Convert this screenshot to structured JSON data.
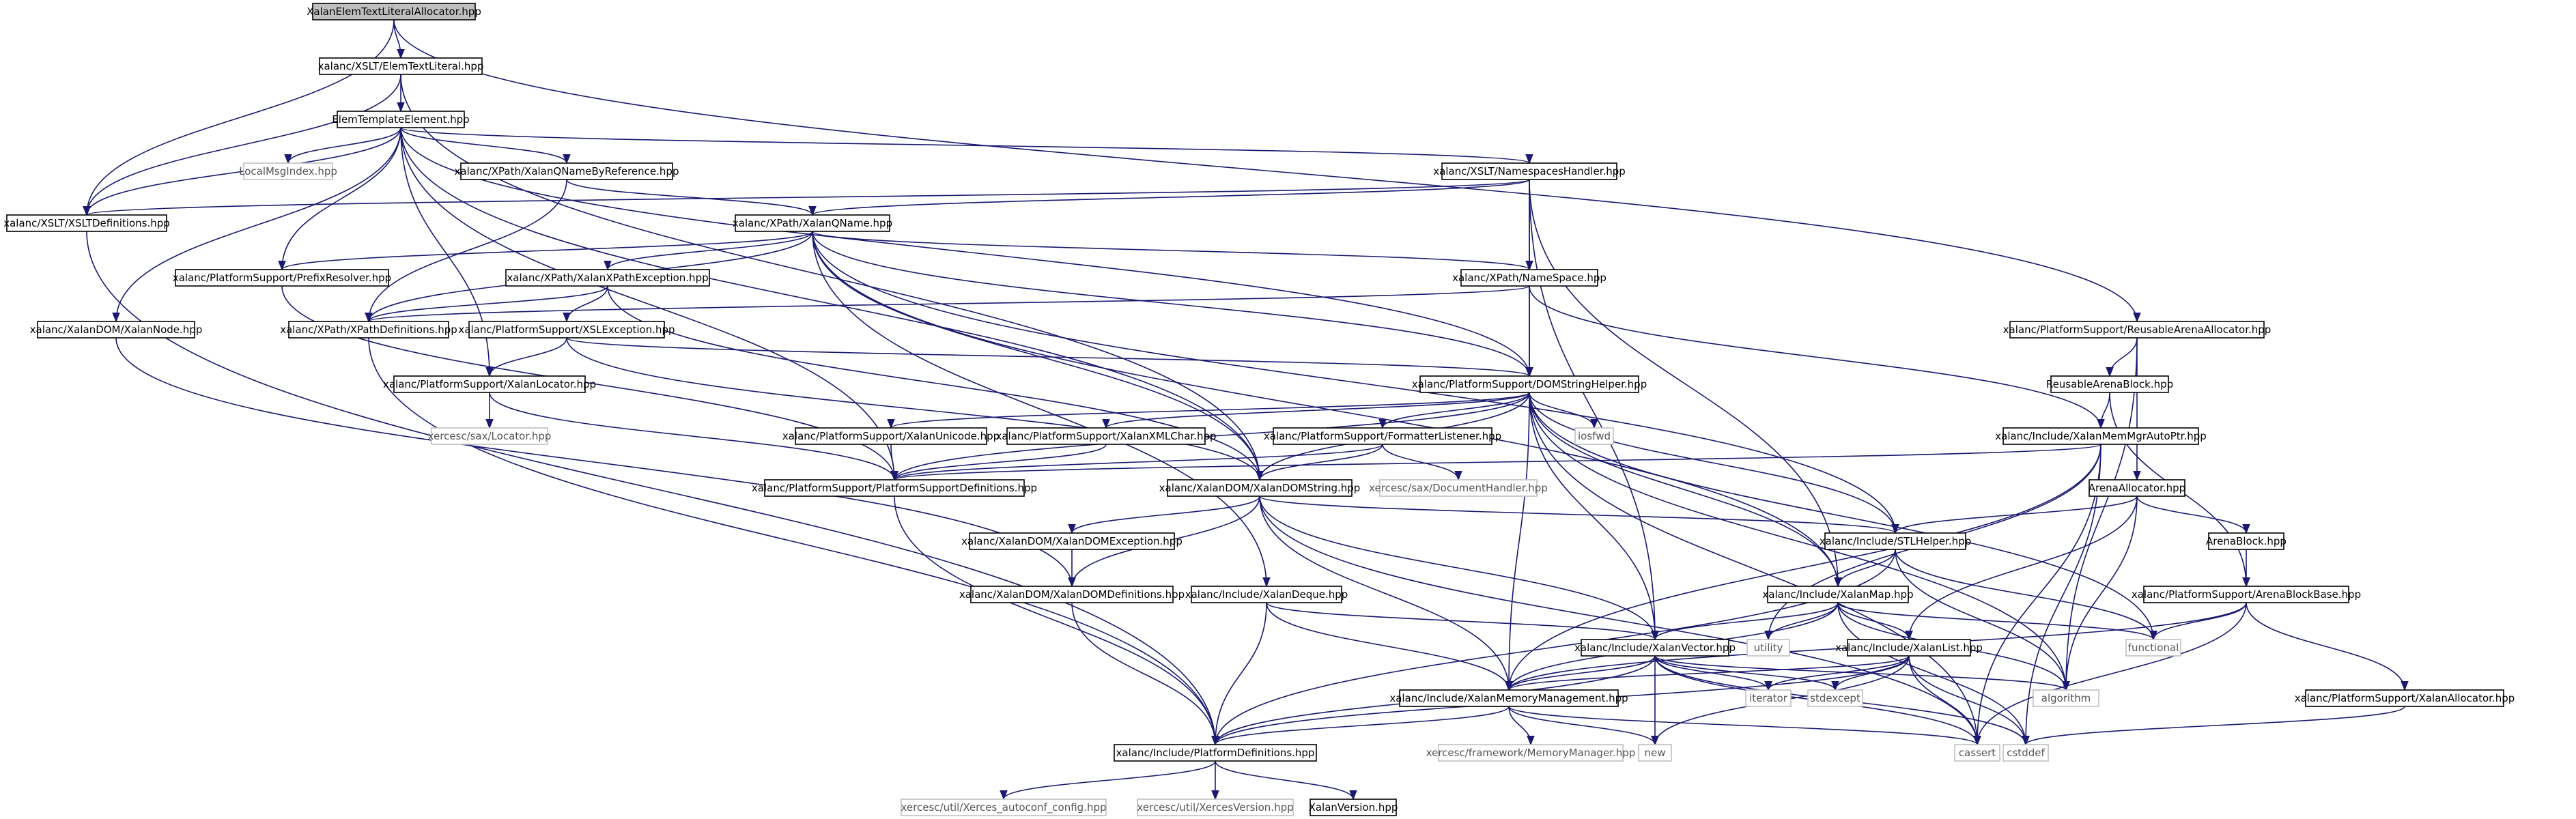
{
  "colors": {
    "edge": "#191970",
    "root_fill": "#bfbfbf",
    "node_border": "#000000",
    "external_border": "#bfbfbf"
  },
  "nodes": [
    {
      "id": "root",
      "label": "XalanElemTextLiteralAllocator.hpp",
      "kind": "root"
    },
    {
      "id": "elemtextliteral",
      "label": "xalanc/XSLT/ElemTextLiteral.hpp",
      "kind": "normal"
    },
    {
      "id": "elemtemplate",
      "label": "ElemTemplateElement.hpp",
      "kind": "normal"
    },
    {
      "id": "reusablearenaalloc",
      "label": "xalanc/PlatformSupport/ReusableArenaAllocator.hpp",
      "kind": "normal"
    },
    {
      "id": "xsltdefs",
      "label": "xalanc/XSLT/XSLTDefinitions.hpp",
      "kind": "normal"
    },
    {
      "id": "localmsgindex",
      "label": "LocalMsgIndex.hpp",
      "kind": "ext"
    },
    {
      "id": "qnamebyref",
      "label": "xalanc/XPath/XalanQNameByReference.hpp",
      "kind": "normal"
    },
    {
      "id": "nshandler",
      "label": "xalanc/XSLT/NamespacesHandler.hpp",
      "kind": "normal"
    },
    {
      "id": "qname",
      "label": "xalanc/XPath/XalanQName.hpp",
      "kind": "normal"
    },
    {
      "id": "prefixresolver",
      "label": "xalanc/PlatformSupport/PrefixResolver.hpp",
      "kind": "normal"
    },
    {
      "id": "xpathexception",
      "label": "xalanc/XPath/XalanXPathException.hpp",
      "kind": "normal"
    },
    {
      "id": "namespace",
      "label": "xalanc/XPath/NameSpace.hpp",
      "kind": "normal"
    },
    {
      "id": "xalannode",
      "label": "xalanc/XalanDOM/XalanNode.hpp",
      "kind": "normal"
    },
    {
      "id": "xpathdefs",
      "label": "xalanc/XPath/XPathDefinitions.hpp",
      "kind": "normal"
    },
    {
      "id": "xslexception",
      "label": "xalanc/PlatformSupport/XSLException.hpp",
      "kind": "normal"
    },
    {
      "id": "domstringhelper",
      "label": "xalanc/PlatformSupport/DOMStringHelper.hpp",
      "kind": "normal"
    },
    {
      "id": "reusablearenablock",
      "label": "ReusableArenaBlock.hpp",
      "kind": "normal"
    },
    {
      "id": "xalanlocator",
      "label": "xalanc/PlatformSupport/XalanLocator.hpp",
      "kind": "normal"
    },
    {
      "id": "xalanunicode",
      "label": "xalanc/PlatformSupport/XalanUnicode.hpp",
      "kind": "normal"
    },
    {
      "id": "xmlchar",
      "label": "xalanc/PlatformSupport/XalanXMLChar.hpp",
      "kind": "normal"
    },
    {
      "id": "formatterlistener",
      "label": "xalanc/PlatformSupport/FormatterListener.hpp",
      "kind": "normal"
    },
    {
      "id": "iosfwd",
      "label": "iosfwd",
      "kind": "ext"
    },
    {
      "id": "memmgrautoptr",
      "label": "xalanc/Include/XalanMemMgrAutoPtr.hpp",
      "kind": "normal"
    },
    {
      "id": "saxlocator",
      "label": "xercesc/sax/Locator.hpp",
      "kind": "ext"
    },
    {
      "id": "platsupportdefs",
      "label": "xalanc/PlatformSupport/PlatformSupportDefinitions.hpp",
      "kind": "normal"
    },
    {
      "id": "domstring",
      "label": "xalanc/XalanDOM/XalanDOMString.hpp",
      "kind": "normal"
    },
    {
      "id": "dochandler",
      "label": "xercesc/sax/DocumentHandler.hpp",
      "kind": "ext"
    },
    {
      "id": "arenaallocator",
      "label": "ArenaAllocator.hpp",
      "kind": "normal"
    },
    {
      "id": "domexception",
      "label": "xalanc/XalanDOM/XalanDOMException.hpp",
      "kind": "normal"
    },
    {
      "id": "stlhelper",
      "label": "xalanc/Include/STLHelper.hpp",
      "kind": "normal"
    },
    {
      "id": "arenablock",
      "label": "ArenaBlock.hpp",
      "kind": "normal"
    },
    {
      "id": "domdefs",
      "label": "xalanc/XalanDOM/XalanDOMDefinitions.hpp",
      "kind": "normal"
    },
    {
      "id": "xalandeque",
      "label": "xalanc/Include/XalanDeque.hpp",
      "kind": "normal"
    },
    {
      "id": "xalanmap",
      "label": "xalanc/Include/XalanMap.hpp",
      "kind": "normal"
    },
    {
      "id": "arenablockbase",
      "label": "xalanc/PlatformSupport/ArenaBlockBase.hpp",
      "kind": "normal"
    },
    {
      "id": "utility",
      "label": "utility",
      "kind": "ext"
    },
    {
      "id": "functional",
      "label": "functional",
      "kind": "ext"
    },
    {
      "id": "xalanvector",
      "label": "xalanc/Include/XalanVector.hpp",
      "kind": "normal"
    },
    {
      "id": "xalanlist",
      "label": "xalanc/Include/XalanList.hpp",
      "kind": "normal"
    },
    {
      "id": "iterator",
      "label": "iterator",
      "kind": "ext"
    },
    {
      "id": "stdexcept",
      "label": "stdexcept",
      "kind": "ext"
    },
    {
      "id": "algorithm",
      "label": "algorithm",
      "kind": "ext"
    },
    {
      "id": "memmgmt",
      "label": "xalanc/Include/XalanMemoryManagement.hpp",
      "kind": "normal"
    },
    {
      "id": "xalanallocator",
      "label": "xalanc/PlatformSupport/XalanAllocator.hpp",
      "kind": "normal"
    },
    {
      "id": "platformdefs",
      "label": "xalanc/Include/PlatformDefinitions.hpp",
      "kind": "normal"
    },
    {
      "id": "new",
      "label": "new",
      "kind": "ext"
    },
    {
      "id": "cassert",
      "label": "cassert",
      "kind": "ext"
    },
    {
      "id": "cstddef",
      "label": "cstddef",
      "kind": "ext"
    },
    {
      "id": "memorymanager",
      "label": "xercesc/framework/MemoryManager.hpp",
      "kind": "ext"
    },
    {
      "id": "autoconf",
      "label": "xercesc/util/Xerces_autoconf_config.hpp",
      "kind": "ext"
    },
    {
      "id": "xercesversion",
      "label": "xercesc/util/XercesVersion.hpp",
      "kind": "ext"
    },
    {
      "id": "xalanversion",
      "label": "XalanVersion.hpp",
      "kind": "normal"
    }
  ],
  "edges": [
    [
      "root",
      "elemtextliteral"
    ],
    [
      "root",
      "xsltdefs"
    ],
    [
      "root",
      "reusablearenaalloc"
    ],
    [
      "elemtextliteral",
      "elemtemplate"
    ],
    [
      "elemtextliteral",
      "xsltdefs"
    ],
    [
      "elemtextliteral",
      "domstring"
    ],
    [
      "elemtemplate",
      "xsltdefs"
    ],
    [
      "elemtemplate",
      "localmsgindex"
    ],
    [
      "elemtemplate",
      "qnamebyref"
    ],
    [
      "elemtemplate",
      "nshandler"
    ],
    [
      "elemtemplate",
      "prefixresolver"
    ],
    [
      "elemtemplate",
      "xalannode"
    ],
    [
      "elemtemplate",
      "xalanlocator"
    ],
    [
      "elemtemplate",
      "domstring"
    ],
    [
      "elemtemplate",
      "platsupportdefs"
    ],
    [
      "elemtemplate",
      "domstringhelper"
    ],
    [
      "qnamebyref",
      "qname"
    ],
    [
      "qnamebyref",
      "xpathdefs"
    ],
    [
      "nshandler",
      "xsltdefs"
    ],
    [
      "nshandler",
      "qname"
    ],
    [
      "nshandler",
      "namespace"
    ],
    [
      "nshandler",
      "domstringhelper"
    ],
    [
      "nshandler",
      "xalanvector"
    ],
    [
      "nshandler",
      "xalanmap"
    ],
    [
      "qname",
      "prefixresolver"
    ],
    [
      "qname",
      "xpathexception"
    ],
    [
      "qname",
      "xpathdefs"
    ],
    [
      "qname",
      "namespace"
    ],
    [
      "qname",
      "domstring"
    ],
    [
      "qname",
      "domstringhelper"
    ],
    [
      "qname",
      "stlhelper"
    ],
    [
      "qname",
      "xalandeque"
    ],
    [
      "qname",
      "xalanmap"
    ],
    [
      "prefixresolver",
      "platsupportdefs"
    ],
    [
      "xpathexception",
      "xpathdefs"
    ],
    [
      "xpathexception",
      "xslexception"
    ],
    [
      "xpathexception",
      "domstring"
    ],
    [
      "namespace",
      "xpathdefs"
    ],
    [
      "namespace",
      "domstringhelper"
    ],
    [
      "namespace",
      "memmgrautoptr"
    ],
    [
      "xalannode",
      "domdefs"
    ],
    [
      "xsltdefs",
      "platformdefs"
    ],
    [
      "xpathdefs",
      "platformdefs"
    ],
    [
      "xslexception",
      "xalanlocator"
    ],
    [
      "xslexception",
      "domstring"
    ],
    [
      "xslexception",
      "domstringhelper"
    ],
    [
      "xalanlocator",
      "saxlocator"
    ],
    [
      "xalanlocator",
      "platsupportdefs"
    ],
    [
      "domstringhelper",
      "platsupportdefs"
    ],
    [
      "domstringhelper",
      "xalanunicode"
    ],
    [
      "domstringhelper",
      "xmlchar"
    ],
    [
      "domstringhelper",
      "formatterlistener"
    ],
    [
      "domstringhelper",
      "iosfwd"
    ],
    [
      "domstringhelper",
      "domstring"
    ],
    [
      "domstringhelper",
      "stlhelper"
    ],
    [
      "domstringhelper",
      "xalanmap"
    ],
    [
      "domstringhelper",
      "xalanvector"
    ],
    [
      "domstringhelper",
      "memmgmt"
    ],
    [
      "domstringhelper",
      "functional"
    ],
    [
      "domstringhelper",
      "algorithm"
    ],
    [
      "domstringhelper",
      "cassert"
    ],
    [
      "xalanunicode",
      "platsupportdefs"
    ],
    [
      "xmlchar",
      "platsupportdefs"
    ],
    [
      "formatterlistener",
      "platsupportdefs"
    ],
    [
      "formatterlistener",
      "domstring"
    ],
    [
      "formatterlistener",
      "dochandler"
    ],
    [
      "reusablearenaalloc",
      "reusablearenablock"
    ],
    [
      "reusablearenaalloc",
      "arenaallocator"
    ],
    [
      "reusablearenaalloc",
      "algorithm"
    ],
    [
      "reusablearenablock",
      "memmgrautoptr"
    ],
    [
      "reusablearenablock",
      "arenablockbase"
    ],
    [
      "memmgrautoptr",
      "platsupportdefs"
    ],
    [
      "memmgrautoptr",
      "memmgmt"
    ],
    [
      "memmgrautoptr",
      "utility"
    ],
    [
      "memmgrautoptr",
      "cassert"
    ],
    [
      "memmgrautoptr",
      "cstddef"
    ],
    [
      "platsupportdefs",
      "platformdefs"
    ],
    [
      "domstring",
      "domexception"
    ],
    [
      "domstring",
      "domdefs"
    ],
    [
      "domstring",
      "stlhelper"
    ],
    [
      "domstring",
      "xalanvector"
    ],
    [
      "domstring",
      "memmgmt"
    ],
    [
      "domstring",
      "cassert"
    ],
    [
      "arenaallocator",
      "arenablock"
    ],
    [
      "arenaallocator",
      "stlhelper"
    ],
    [
      "arenaallocator",
      "xalanlist"
    ],
    [
      "arenaallocator",
      "algorithm"
    ],
    [
      "arenablock",
      "arenablockbase"
    ],
    [
      "domexception",
      "domdefs"
    ],
    [
      "stlhelper",
      "xalanmap"
    ],
    [
      "stlhelper",
      "functional"
    ],
    [
      "stlhelper",
      "algorithm"
    ],
    [
      "stlhelper",
      "platformdefs"
    ],
    [
      "domdefs",
      "platformdefs"
    ],
    [
      "xalandeque",
      "xalanvector"
    ],
    [
      "xalandeque",
      "memmgmt"
    ],
    [
      "xalandeque",
      "platformdefs"
    ],
    [
      "xalanmap",
      "xalanvector"
    ],
    [
      "xalanmap",
      "xalanlist"
    ],
    [
      "xalanmap",
      "utility"
    ],
    [
      "xalanmap",
      "functional"
    ],
    [
      "xalanmap",
      "algorithm"
    ],
    [
      "xalanmap",
      "cstddef"
    ],
    [
      "xalanmap",
      "memmgmt"
    ],
    [
      "arenablockbase",
      "xalanallocator"
    ],
    [
      "arenablockbase",
      "memmgmt"
    ],
    [
      "arenablockbase",
      "functional"
    ],
    [
      "arenablockbase",
      "cassert"
    ],
    [
      "xalanvector",
      "memmgmt"
    ],
    [
      "xalanvector",
      "platformdefs"
    ],
    [
      "xalanvector",
      "iterator"
    ],
    [
      "xalanvector",
      "stdexcept"
    ],
    [
      "xalanvector",
      "algorithm"
    ],
    [
      "xalanvector",
      "new"
    ],
    [
      "xalanvector",
      "cassert"
    ],
    [
      "xalanvector",
      "cstddef"
    ],
    [
      "xalanlist",
      "memmgmt"
    ],
    [
      "xalanlist",
      "platformdefs"
    ],
    [
      "xalanlist",
      "iterator"
    ],
    [
      "xalanlist",
      "stdexcept"
    ],
    [
      "xalanlist",
      "new"
    ],
    [
      "xalanlist",
      "cassert"
    ],
    [
      "xalanlist",
      "cstddef"
    ],
    [
      "memmgmt",
      "platformdefs"
    ],
    [
      "memmgmt",
      "memorymanager"
    ],
    [
      "memmgmt",
      "new"
    ],
    [
      "memmgmt",
      "cassert"
    ],
    [
      "xalanallocator",
      "cstddef"
    ],
    [
      "platformdefs",
      "autoconf"
    ],
    [
      "platformdefs",
      "xercesversion"
    ],
    [
      "platformdefs",
      "xalanversion"
    ]
  ]
}
